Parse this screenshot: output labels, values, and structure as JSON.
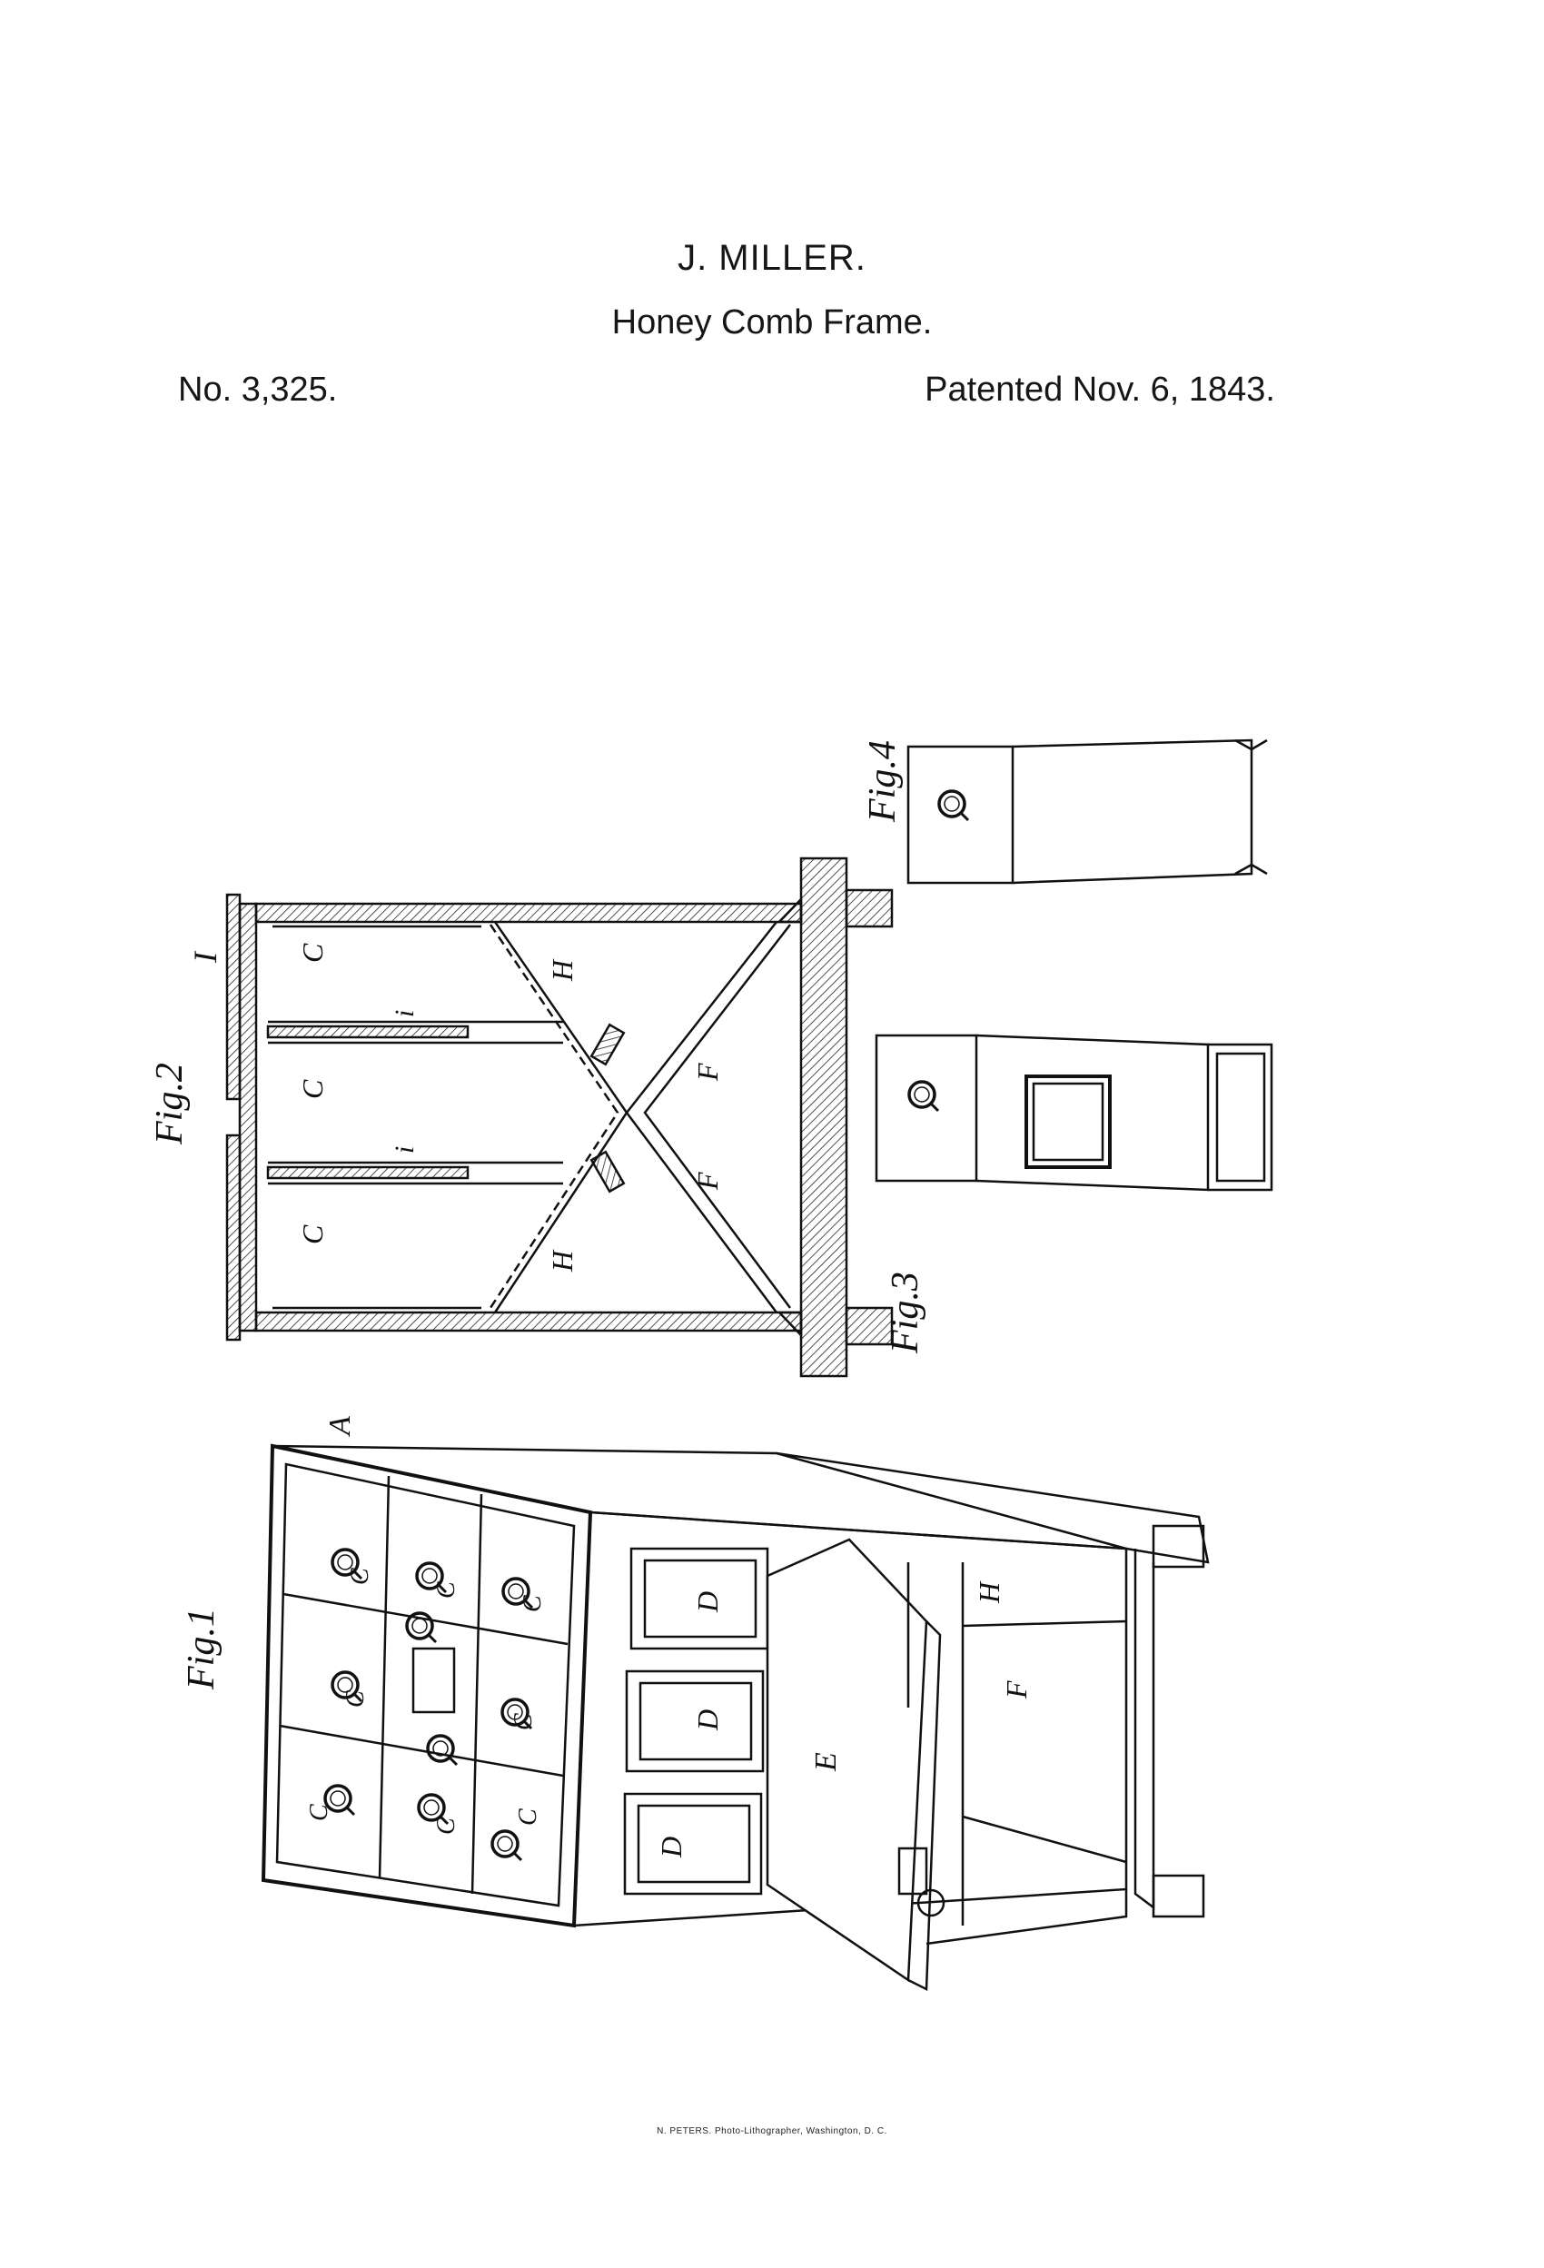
{
  "header": {
    "inventor": "J. MILLER.",
    "title": "Honey Comb Frame.",
    "patent_number": "No. 3,325.",
    "patent_date": "Patented Nov. 6, 1843."
  },
  "figures": {
    "fig1": "Fig.1",
    "fig2": "Fig.2",
    "fig3": "Fig.3",
    "fig4": "Fig.4"
  },
  "part_labels": {
    "A": "A",
    "C": "C",
    "D": "D",
    "E": "E",
    "F": "F",
    "H": "H",
    "I": "I",
    "i": "i"
  },
  "footer": "N. PETERS. Photo-Lithographer, Washington, D. C."
}
